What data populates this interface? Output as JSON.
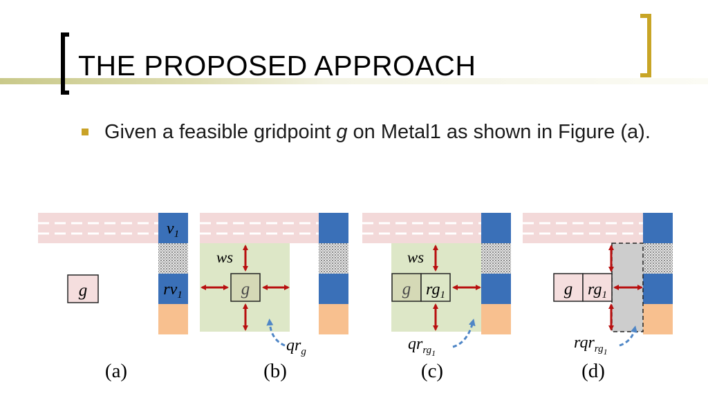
{
  "title": "THE PROPOSED APPROACH",
  "bullet": {
    "before": "Given a feasible gridpoint ",
    "var": "g",
    "after": " on Metal1 as shown in Figure (a)."
  },
  "figure": {
    "captions": [
      "(a)",
      "(b)",
      "(c)",
      "(d)"
    ],
    "labels": {
      "v": "v",
      "v_sub": "1",
      "rv": "rv",
      "rv_sub": "1",
      "g": "g",
      "rg": "rg",
      "rg_sub": "1",
      "ws": "ws",
      "qr": "qr",
      "qr_sub_b": "g",
      "qr_sub_c": "rg",
      "qr_sub_c_sub": "1",
      "rqr": "rqr",
      "rqr_sub": "rg",
      "rqr_sub_sub": "1"
    }
  },
  "colors": {
    "metal_band": "#f3d9d9",
    "via_blue": "#3a70b8",
    "rv_orange": "#f8c08f",
    "query_region": "#dde7c7",
    "arrow_red": "#b80f0f",
    "arrow_blue": "#4f86c6",
    "gray_region": "#cdcdcd",
    "bullet_gold": "#c9a227"
  }
}
